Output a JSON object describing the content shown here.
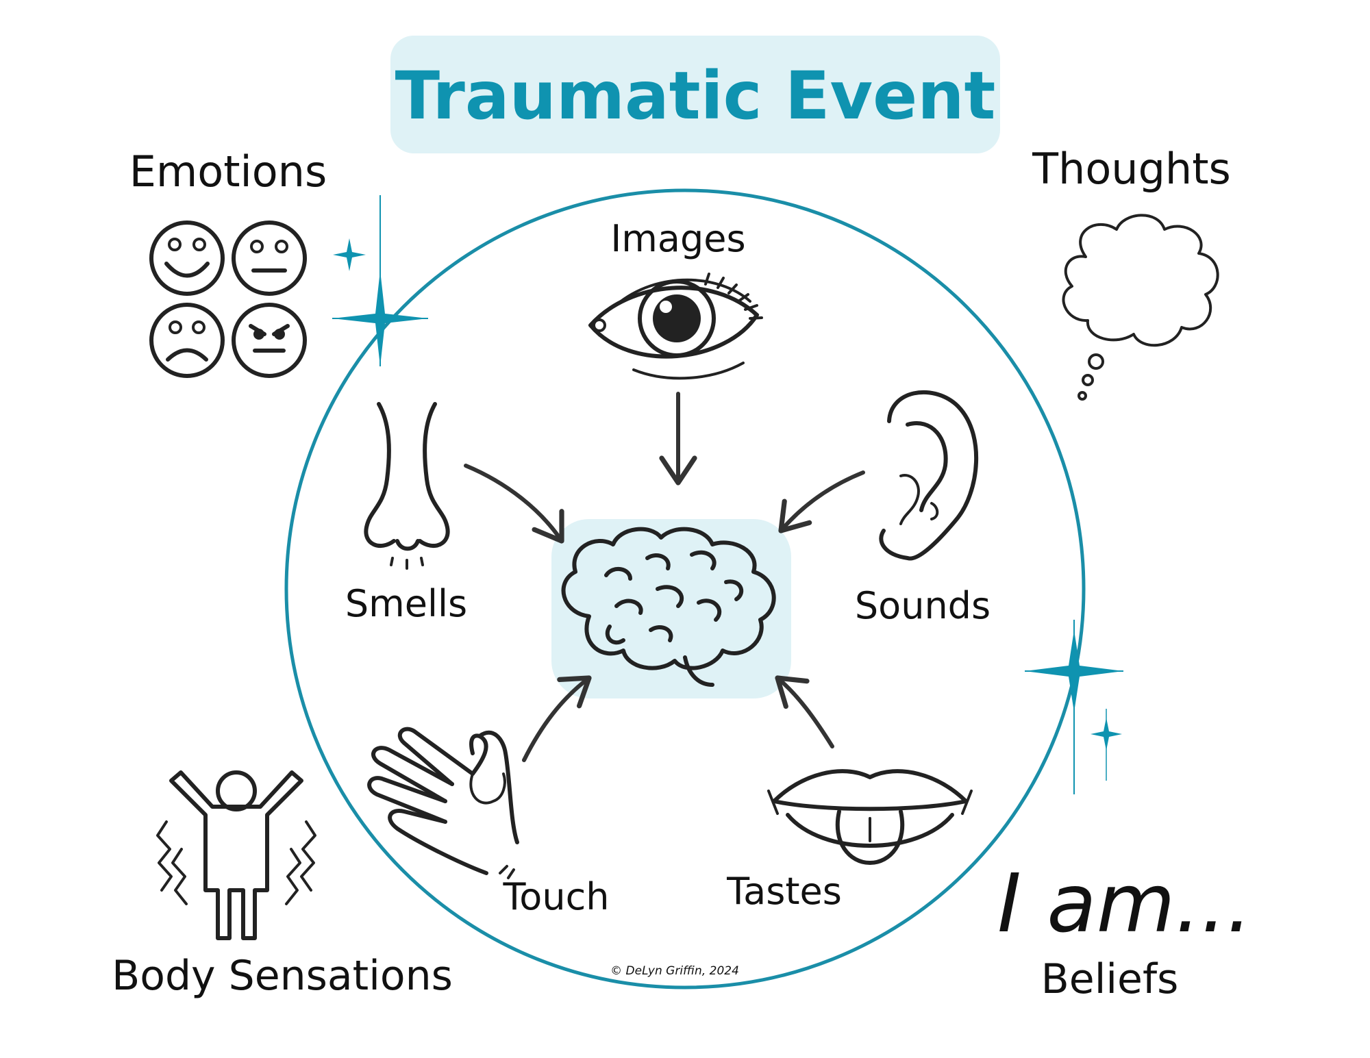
{
  "title": "Traumatic Event",
  "colors": {
    "accent": "#0f93b0",
    "title_bg": "#dff2f6",
    "brain_bg": "#dff2f6",
    "circle": "#1a8ea8",
    "ink": "#222222"
  },
  "corners": {
    "emotions": "Emotions",
    "thoughts": "Thoughts",
    "body_sensations": "Body Sensations",
    "beliefs_statement": "I am...",
    "beliefs": "Beliefs"
  },
  "senses": {
    "images": "Images",
    "smells": "Smells",
    "sounds": "Sounds",
    "touch": "Touch",
    "tastes": "Tastes"
  },
  "icons": {
    "center": "brain-icon",
    "images": "eye-icon",
    "smells": "nose-icon",
    "sounds": "ear-icon",
    "touch": "hand-icon",
    "tastes": "mouth-icon",
    "emotions": "emotion-faces-icon",
    "thoughts": "thought-cloud-icon",
    "body_sensations": "trembling-person-icon"
  },
  "copyright": "© DeLyn Griffin, 2024"
}
